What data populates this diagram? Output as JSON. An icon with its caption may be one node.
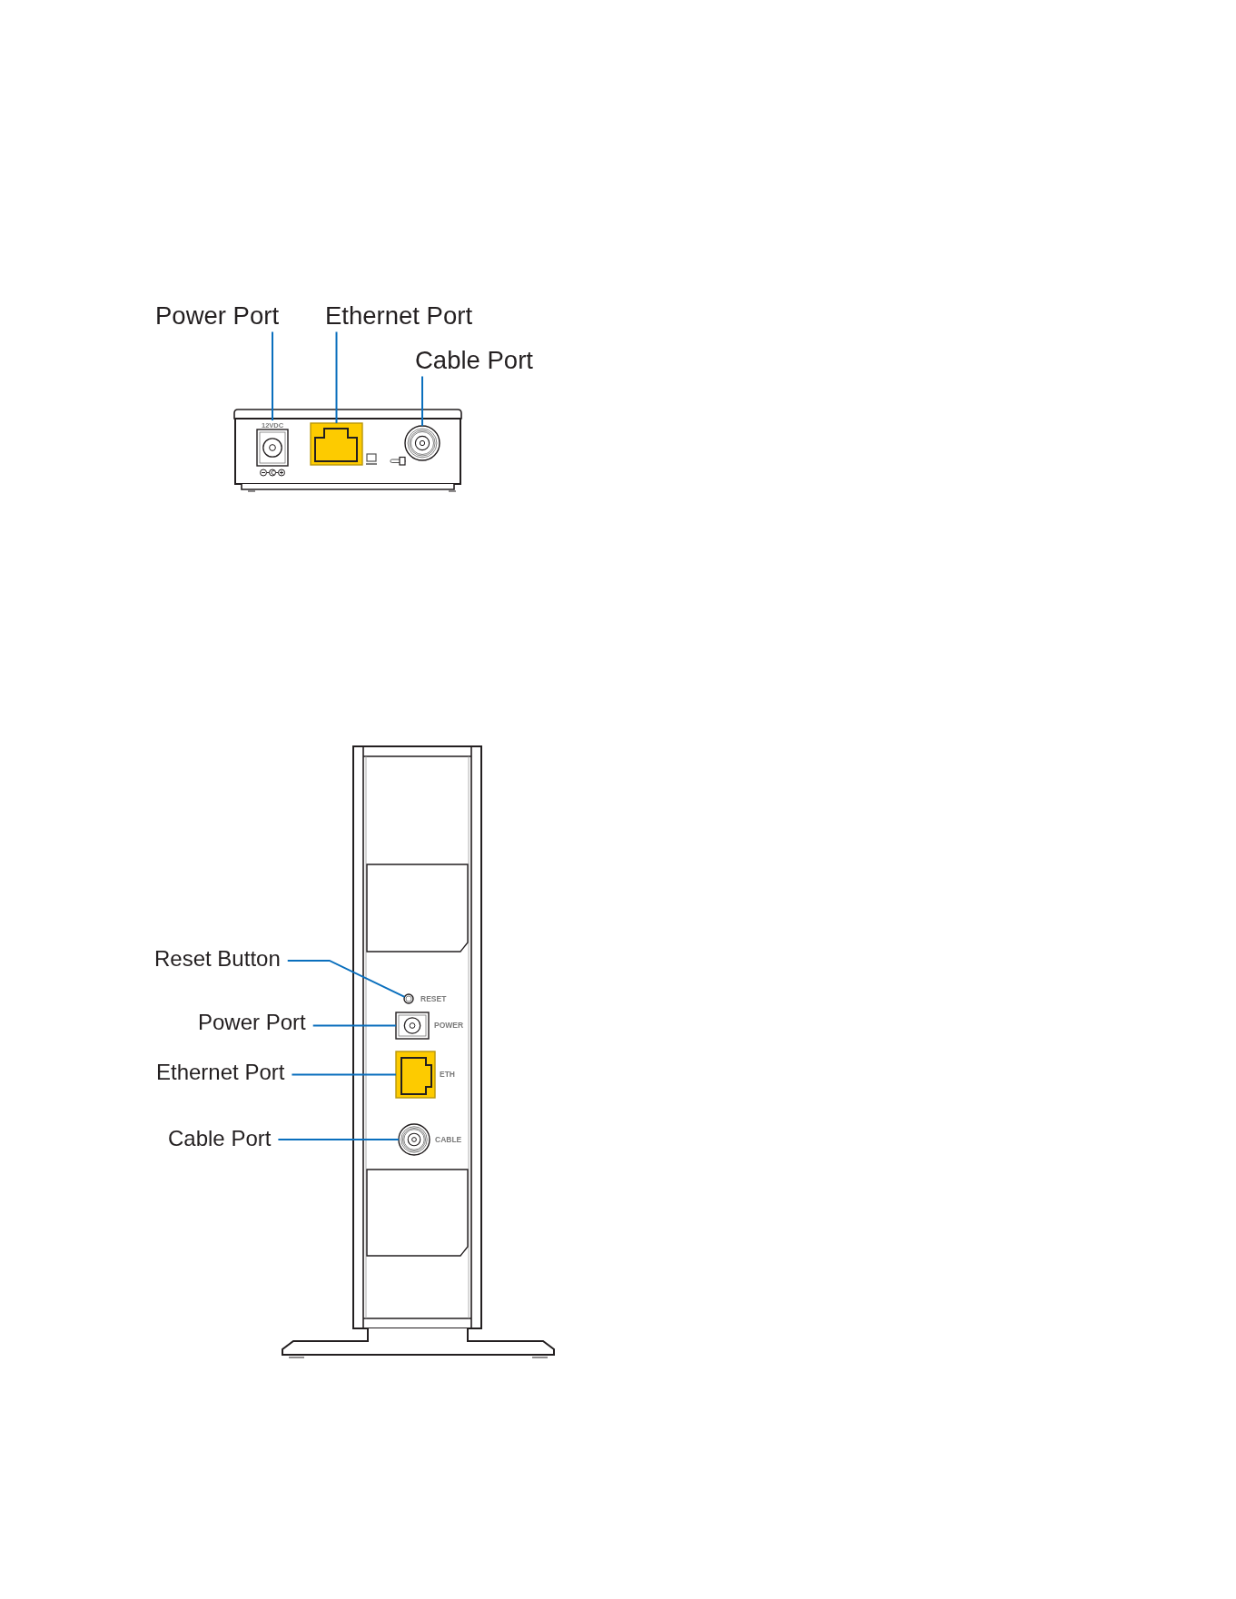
{
  "diagram": {
    "nodes": [
      {
        "text": [
          "Power Port"
        ]
      },
      {
        "text": [
          "Ethernet Port"
        ]
      },
      {
        "text": [
          "Cable Port"
        ]
      },
      {
        "text": [],
        "shape": "box",
        "beside": [
          "12VDC"
        ]
      },
      {
        "text": [],
        "shape": "box"
      },
      {
        "text": [],
        "shape": "circle"
      },
      {
        "text": [
          "Reset Button"
        ]
      },
      {
        "text": [],
        "shape": "circle",
        "beside": [
          "RESET"
        ]
      },
      {
        "text": [
          "Power Port"
        ]
      },
      {
        "text": [],
        "shape": "box",
        "beside": [
          "POWER"
        ]
      },
      {
        "text": [
          "Ethernet Port"
        ]
      },
      {
        "text": [],
        "shape": "box",
        "beside": [
          "ETH"
        ]
      },
      {
        "text": [
          "Cable Port"
        ]
      },
      {
        "text": [],
        "shape": "circle",
        "beside": [
          "CABLE"
        ]
      }
    ],
    "edges": [
      {
        "from": 0,
        "to": 3,
        "arrow": "none"
      },
      {
        "from": 1,
        "to": 4,
        "arrow": "none"
      },
      {
        "from": 2,
        "to": 5,
        "arrow": "none"
      },
      {
        "from": 6,
        "to": 7,
        "arrow": "none"
      },
      {
        "from": 8,
        "to": 9,
        "arrow": "none"
      },
      {
        "from": 10,
        "to": 11,
        "arrow": "none"
      },
      {
        "from": 12,
        "to": 13,
        "arrow": "none"
      }
    ]
  }
}
